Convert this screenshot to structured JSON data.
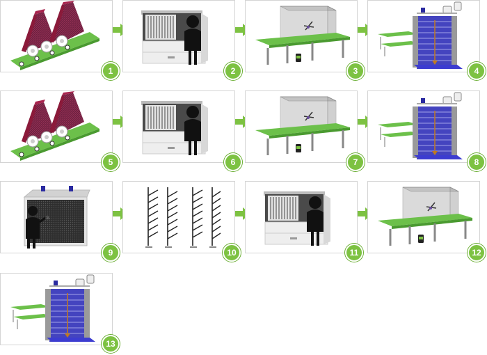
{
  "steps": [
    {
      "number": "1",
      "icon": "dryer-drums-icon"
    },
    {
      "number": "2",
      "icon": "operator-cabinet-icon"
    },
    {
      "number": "3",
      "icon": "conveyor-enclosure-icon"
    },
    {
      "number": "4",
      "icon": "stacked-rack-tower-icon"
    },
    {
      "number": "5",
      "icon": "dryer-drums-icon"
    },
    {
      "number": "6",
      "icon": "operator-cabinet-icon"
    },
    {
      "number": "7",
      "icon": "conveyor-enclosure-icon"
    },
    {
      "number": "8",
      "icon": "stacked-rack-tower-icon"
    },
    {
      "number": "9",
      "icon": "operator-perforated-cabinet-icon"
    },
    {
      "number": "10",
      "icon": "hanging-racks-icon"
    },
    {
      "number": "11",
      "icon": "operator-cabinet-icon"
    },
    {
      "number": "12",
      "icon": "conveyor-enclosure-icon"
    },
    {
      "number": "13",
      "icon": "stacked-rack-tower-icon"
    }
  ],
  "colors": {
    "badge": "#7dc242",
    "arrow": "#7dc242",
    "conveyor": "#6cc04a",
    "drum": "#8b1a3a",
    "rack_blue": "#2a2ab0",
    "panel_border": "#d4d4d4"
  }
}
